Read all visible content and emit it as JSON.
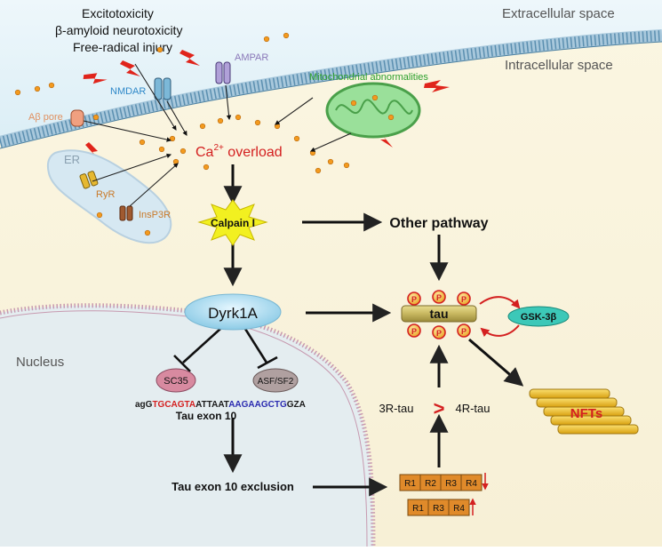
{
  "regions": {
    "extracellular": "Extracellular space",
    "intracellular": "Intracellular space",
    "nucleus": "Nucleus"
  },
  "insults": [
    "Excitotoxicity",
    "β-amyloid neurotoxicity",
    "Free-radical injury"
  ],
  "membrane_labels": {
    "abeta_pore": "Aβ pore",
    "nmdar": "NMDAR",
    "ampar": "AMPAR",
    "er": "ER",
    "ryr": "RyR",
    "insp3r": "InsP3R",
    "mitochondria": "Mitochondrial abnormalities"
  },
  "calcium": {
    "symbol": "Ca",
    "superscript": "2+",
    "suffix": " overload"
  },
  "nodes": {
    "calpain": "Calpain I",
    "other_pathway": "Other pathway",
    "dyrk1a": "Dyrk1A",
    "tau": "tau",
    "gsk3b": "GSK-3β",
    "sc35": "SC35",
    "asf": "ASF/SF2",
    "tau_exon": "Tau exon 10",
    "exclusion": "Tau exon 10 exclusion",
    "nfts": "NFTs",
    "phospho": "P"
  },
  "sequence": [
    {
      "text": "agG",
      "color": "#1a1a1a"
    },
    {
      "text": "TGCAGTA",
      "color": "#d42020"
    },
    {
      "text": "ATTAAT",
      "color": "#1a1a1a"
    },
    {
      "text": "AAGAAGCTG",
      "color": "#2b2bb0"
    },
    {
      "text": "GZA",
      "color": "#1a1a1a"
    }
  ],
  "tau_ratio": {
    "left": "3R-tau",
    "symbol": ">",
    "right": "4R-tau"
  },
  "isoforms": {
    "four_r": [
      "R1",
      "R2",
      "R3",
      "R4"
    ],
    "three_r": [
      "R1",
      "R3",
      "R4"
    ]
  },
  "colors": {
    "membrane": "#a8c8dc",
    "calcium_text": "#d42020",
    "calcium_dot": "#f39a1e",
    "lightning": "#e0241b",
    "nucleus_membrane": "#c79ab0",
    "calpain_star": "#f2f020",
    "dyrk1a": "#a8dcf0",
    "tau_bar": "#c8b860",
    "gsk3b": "#3cc8b8",
    "sc35": "#d88aa0",
    "asf": "#b0a0a0",
    "nfts": "#f0c020",
    "repeat_box": "#e08a2a",
    "mitochondria": "#7ad07a",
    "er": "#d6e8f2",
    "nmdar_label": "#2e88c8",
    "ampar_label": "#8a78b8",
    "mito_label": "#2ea02e"
  }
}
